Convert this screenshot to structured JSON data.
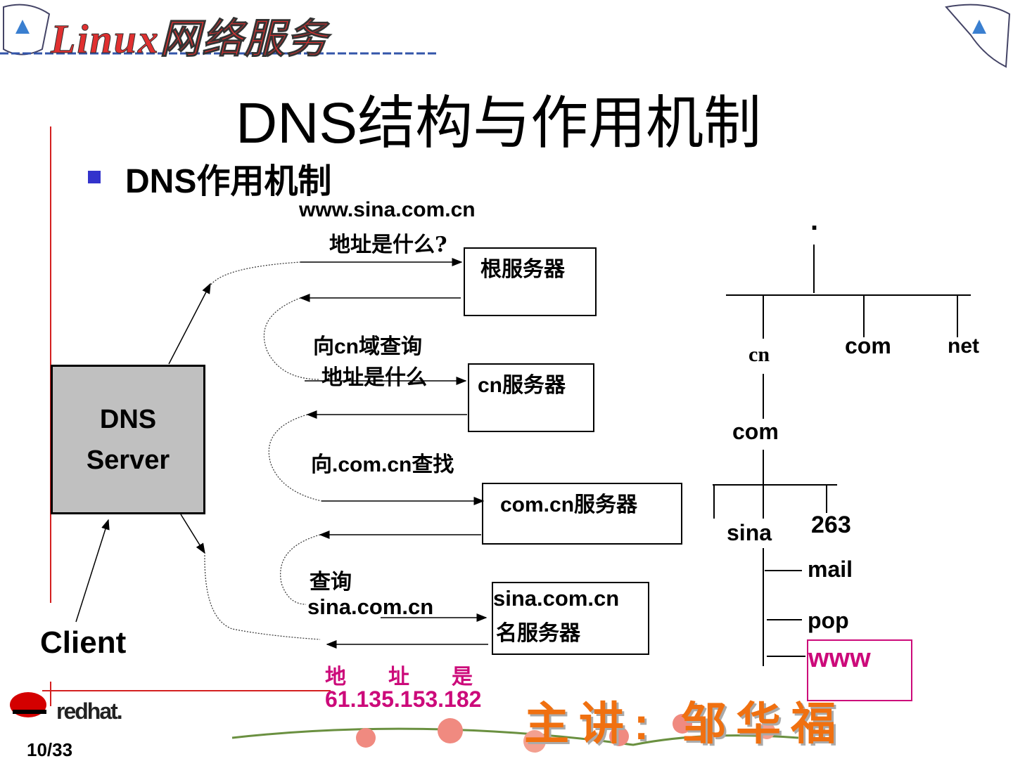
{
  "header": {
    "logo_text": "Linux网络服务"
  },
  "title": "DNS结构与作用机制",
  "bullet": "DNS作用机制",
  "flow": {
    "q1_line1": "www.sina.com.cn",
    "q1_line2": "地址是什么?",
    "q2_line1": "向cn域查询",
    "q2_line2": "地址是什么",
    "q3": "向.com.cn查找",
    "q4_line1": "查询",
    "q4_line2": "sina.com.cn",
    "answer_line1": "地　　址　　是",
    "answer_line2": "61.135.153.182"
  },
  "servers": {
    "root": "根服务器",
    "cn": "cn服务器",
    "comcn": "com.cn服务器",
    "sina_line1": "sina.com.cn",
    "sina_line2": "名服务器"
  },
  "dns_server": {
    "line1": "DNS",
    "line2": "Server"
  },
  "client": "Client",
  "tree": {
    "root": ".",
    "cn": "cn",
    "com": "com",
    "net": "net",
    "cn_com": "com",
    "sina": "sina",
    "n263": "263",
    "mail": "mail",
    "pop": "pop",
    "www": "www"
  },
  "footer": {
    "brand": "redhat.",
    "page": "10/33",
    "presenter": "主讲: 邹华福"
  },
  "colors": {
    "red": "#d42020",
    "magenta": "#cc0a7a",
    "gray": "#c0c0c0",
    "bullet": "#3333cc"
  }
}
